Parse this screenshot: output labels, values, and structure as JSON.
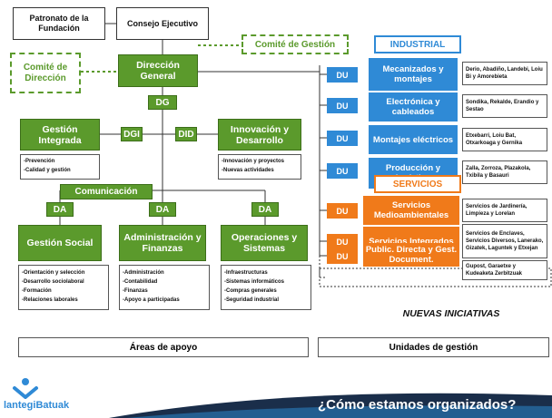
{
  "top": {
    "patronato": "Patronato de la Fundación",
    "consejo": "Consejo Ejecutivo",
    "comite_direccion": "Comité de Dirección",
    "comite_gestion": "Comité de Gestión"
  },
  "center": {
    "direccion": "Dirección General",
    "dg": "DG",
    "gestion_integrada": "Gestión Integrada",
    "dgi": "DGI",
    "did": "DID",
    "innovacion": "Innovación y Desarrollo",
    "gestion_items": [
      "-Prevención",
      "-Calidad y gestión"
    ],
    "innovacion_items": [
      "-Innovación y proyectos",
      "-Nuevas actividades"
    ],
    "comunicacion": "Comunicación",
    "da": "DA"
  },
  "areas": [
    {
      "title": "Gestión Social",
      "items": [
        "-Orientación y selección",
        "-Desarrollo sociolaboral",
        "-Formación",
        "-Relaciones laborales"
      ]
    },
    {
      "title": "Administración y Finanzas",
      "items": [
        "-Administración",
        "-Contabilidad",
        "-Finanzas",
        "-Apoyo a participadas"
      ]
    },
    {
      "title": "Operaciones y Sistemas",
      "items": [
        "-Infraestructuras",
        "-Sistemas informáticos",
        "-Compras generales",
        "-Seguridad industrial"
      ]
    }
  ],
  "industrial": {
    "header": "INDUSTRIAL",
    "tag": "DU",
    "units": [
      {
        "name": "Mecanizados y montajes",
        "locs": "Derio, Abadiño, Landebi, Loiu Bi y Amorebieta"
      },
      {
        "name": "Electrónica y cableados",
        "locs": "Sondika, Rekalde, Erandio y Sestao"
      },
      {
        "name": "Montajes eléctricos",
        "locs": "Etxebarri, Loiu Bat, Otxarkoaga y Gernika"
      },
      {
        "name": "Producción y logística",
        "locs": "Zalla, Zorroza, Plazakola, Txibila y Basauri"
      }
    ]
  },
  "servicios": {
    "header": "SERVICIOS",
    "tag": "DU",
    "units": [
      {
        "name": "Servicios Medioambientales",
        "locs": "Servicios de Jardinería, Limpieza y Lorelan"
      },
      {
        "name": "Servicios Integrados",
        "locs": "Servicios de Enclaves, Servicios Diversos, Lanerako, Gizatek, Laguntek y Etxejan"
      },
      {
        "name": "Public. Directa y Gest. Document.",
        "locs": "Gupost, Garaetxe y Kudeaketa Zerbitzuak"
      }
    ]
  },
  "nuevas": "NUEVAS INICIATIVAS",
  "footer": {
    "areas_apoyo": "Áreas de apoyo",
    "unidades": "Unidades de gestión",
    "logo": "lantegiBatuak",
    "slogan": "¿Cómo estamos organizados?"
  },
  "colors": {
    "green": "#5b9a2c",
    "blue": "#2f8ad6",
    "orange": "#f07a1a",
    "navy": "#1a2e4a"
  }
}
